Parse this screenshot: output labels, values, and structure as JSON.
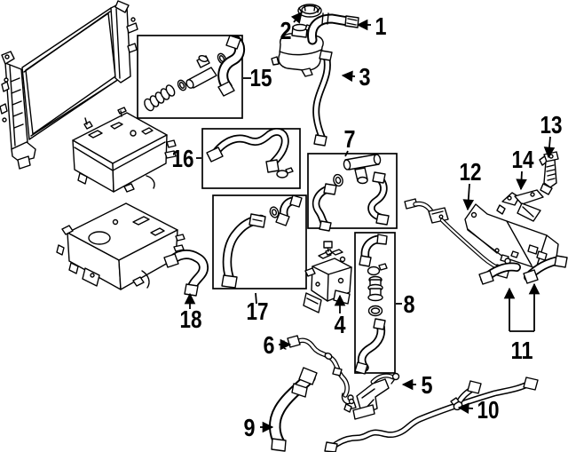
{
  "diagram": {
    "background_color": "#ffffff",
    "line_color": "#000000",
    "callouts": {
      "c1": "1",
      "c2": "2",
      "c3": "3",
      "c4": "4",
      "c5": "5",
      "c6": "6",
      "c7": "7",
      "c8": "8",
      "c9": "9",
      "c10": "10",
      "c11": "11",
      "c12": "12",
      "c13": "13",
      "c14": "14",
      "c15": "15",
      "c16": "16",
      "c17": "17",
      "c18": "18"
    }
  }
}
